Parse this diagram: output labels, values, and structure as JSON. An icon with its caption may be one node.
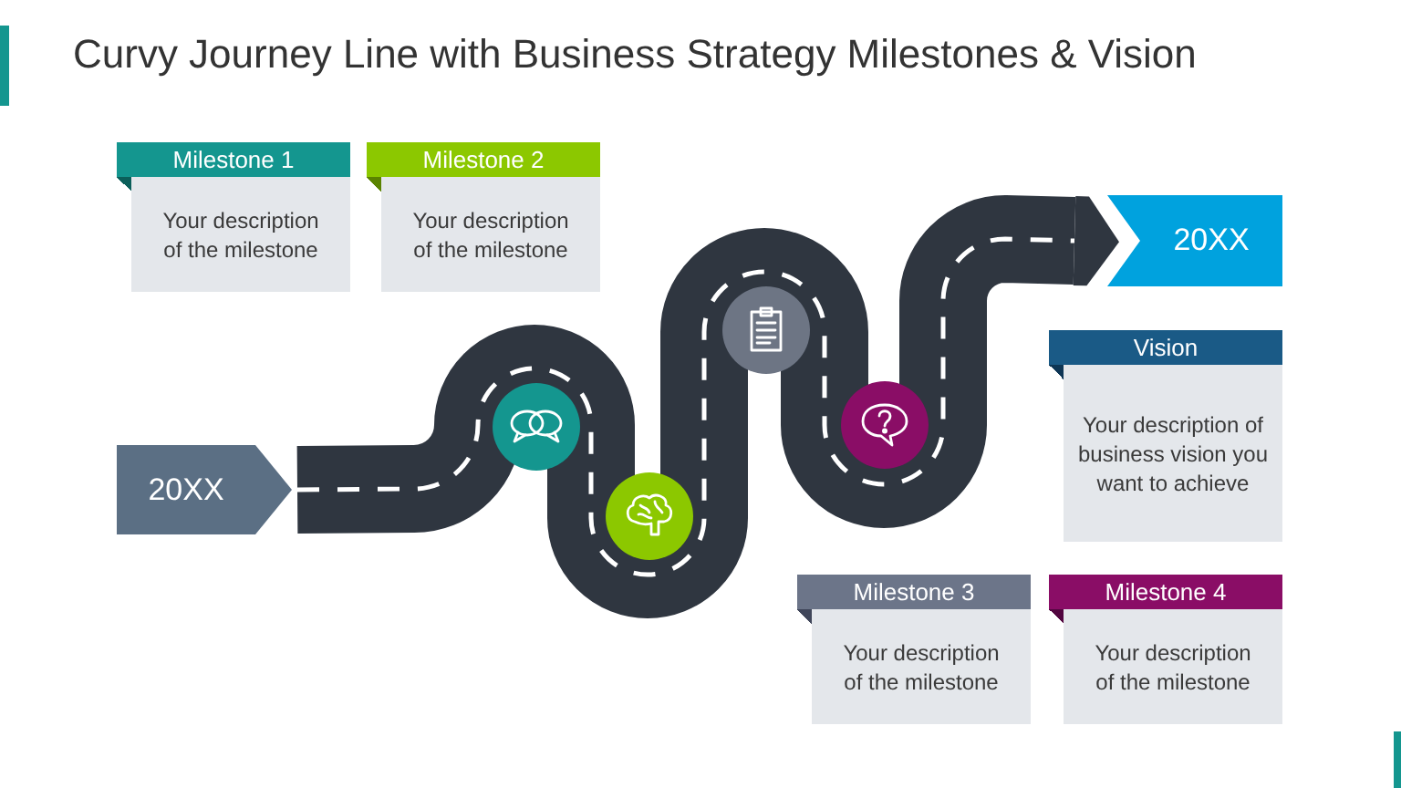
{
  "diagram": {
    "title": "Curvy Journey Line with Business Strategy Milestones & Vision",
    "nodes": [
      {
        "text": [
          "Milestone 1",
          "Your description of the milestone"
        ]
      },
      {
        "text": [
          "Milestone 2",
          "Your description of the milestone"
        ]
      },
      {
        "text": [
          "20XX"
        ]
      },
      {
        "text": [
          "Vision",
          "Your description of business vision you want to achieve"
        ]
      },
      {
        "text": [
          "20XX"
        ]
      },
      {
        "text": [
          "Milestone 3",
          "Your description of the milestone"
        ]
      },
      {
        "text": [
          "Milestone 4",
          "Your description of the milestone"
        ]
      }
    ],
    "edges": [
      {
        "from": 4,
        "to": 2,
        "arrow": "to"
      }
    ]
  }
}
